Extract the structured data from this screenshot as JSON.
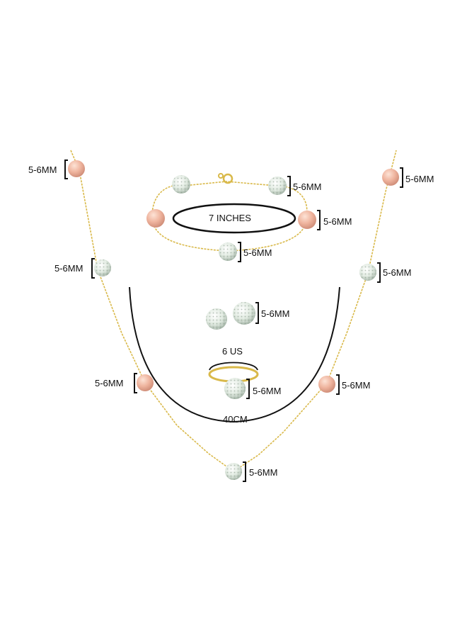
{
  "jewelry_set": {
    "bead_size_label": "5-6MM",
    "bracelet_length": "7 INCHES",
    "necklace_length": "40CM",
    "ring_size": "6 US"
  },
  "colors": {
    "gold_chain": "#d9b94a",
    "pearl_pink": "#efb49e",
    "crystal_ball": "#e3ece3",
    "bracket": "#111111",
    "background": "#ffffff"
  }
}
